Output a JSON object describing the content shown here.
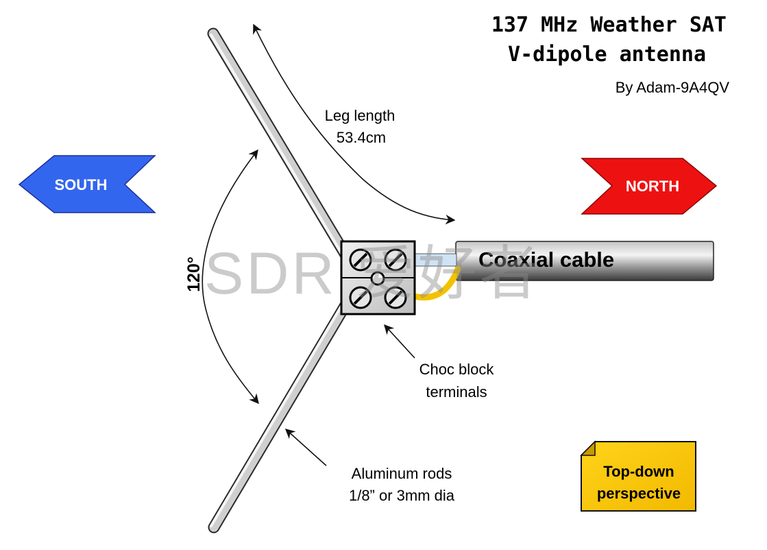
{
  "title": {
    "line1": "137 MHz Weather SAT",
    "line2": "V-dipole antenna",
    "author": "By Adam-9A4QV"
  },
  "directions": {
    "south": "SOUTH",
    "north": "NORTH",
    "south_color": "#3366ee",
    "north_color": "#ee1111"
  },
  "labels": {
    "leg_length_line1": "Leg length",
    "leg_length_line2": "53.4cm",
    "angle": "120°",
    "coax": "Coaxial cable",
    "choc_line1": "Choc block",
    "choc_line2": "terminals",
    "rods_line1": "Aluminum rods",
    "rods_line2": "1/8” or 3mm dia"
  },
  "note": {
    "line1": "Top-down",
    "line2": "perspective",
    "color": "#ffcc00"
  },
  "watermark": "SDR 爱好者"
}
